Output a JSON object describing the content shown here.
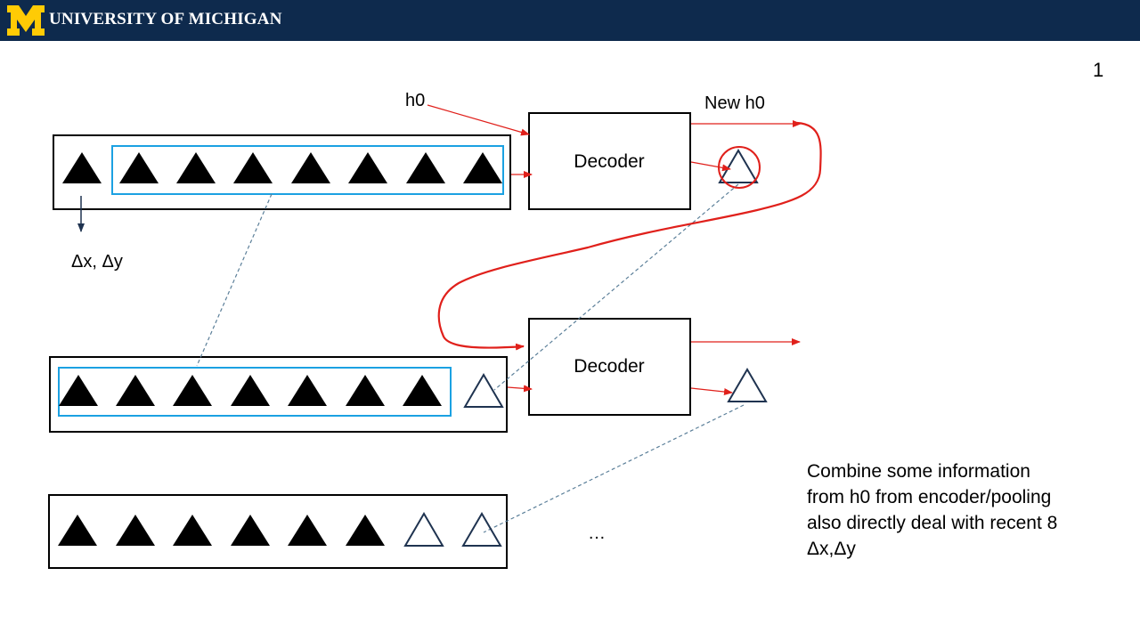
{
  "header": {
    "logo_letter": "M",
    "title": "UNIVERSITY OF MICHIGAN",
    "bar_color": "#0e2a4d",
    "logo_color": "#ffcb05"
  },
  "slide_number": "1",
  "labels": {
    "h0": "h0",
    "new_h0": "New h0",
    "delta": "Δx, Δy",
    "ellipsis": "…"
  },
  "decoders": [
    {
      "label": "Decoder"
    },
    {
      "label": "Decoder"
    }
  ],
  "sequences": [
    {
      "filled": 8,
      "outlined": 0
    },
    {
      "filled": 7,
      "outlined": 1
    },
    {
      "filled": 6,
      "outlined": 2
    }
  ],
  "note": {
    "lines": [
      "Combine some information",
      "from h0 from encoder/pooling",
      "also directly deal with recent 8",
      "Δx,Δy"
    ]
  },
  "colors": {
    "arrow_red": "#e0201b",
    "highlight_blue": "#1ba1e2",
    "dashed_link": "#5b7f99",
    "outline_triangle": "#1f3350"
  }
}
